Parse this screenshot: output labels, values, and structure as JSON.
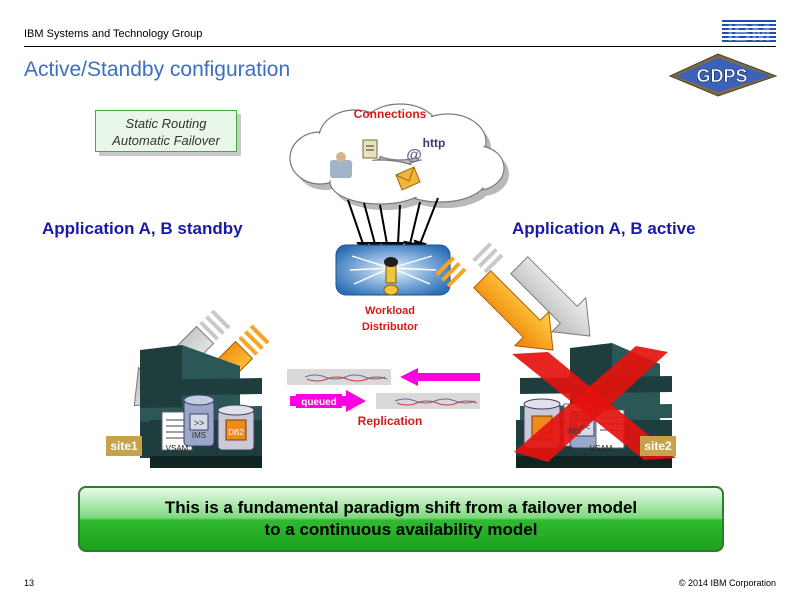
{
  "header": {
    "group_name": "IBM Systems and Technology Group",
    "title": "Active/Standby configuration",
    "ibm_logo_text": "IBM",
    "gdps_logo_text": "GDPS"
  },
  "routing_box": {
    "line1": "Static Routing",
    "line2": "Automatic Failover"
  },
  "network": {
    "connections_label": "Connections",
    "http_text": "http",
    "at_text": "@",
    "workload_line1": "Workload",
    "workload_line2": "Distributor"
  },
  "sites": {
    "left_app_label": "Application A, B standby",
    "right_app_label": "Application A, B active",
    "site1_label": "site1",
    "site2_label": "site2",
    "vsam_left": "VSAM",
    "vsam_right": "VSAM",
    "ims_left": "IMS",
    "ims_right": "IMS",
    "db2_left": "DB2",
    "arrows_left": ">>",
    "arrows_right": "<<"
  },
  "replication": {
    "label": "Replication",
    "queued_label": "queued"
  },
  "banner": {
    "line1": "This is a fundamental paradigm shift from a failover model",
    "line2": "to a continuous availability model"
  },
  "footer": {
    "page_number": "13",
    "copyright": "© 2014 IBM Corporation"
  },
  "colors": {
    "title_blue": "#3b6fc0",
    "app_blue": "#1a1aa8",
    "label_red": "#d31b1b",
    "failure_x_red": "#e4120e",
    "replication_magenta": "#ff00e0",
    "banner_green": "#2fbb2f",
    "site_gold": "#c8a24a",
    "building_dark": "#1f3d3d"
  }
}
